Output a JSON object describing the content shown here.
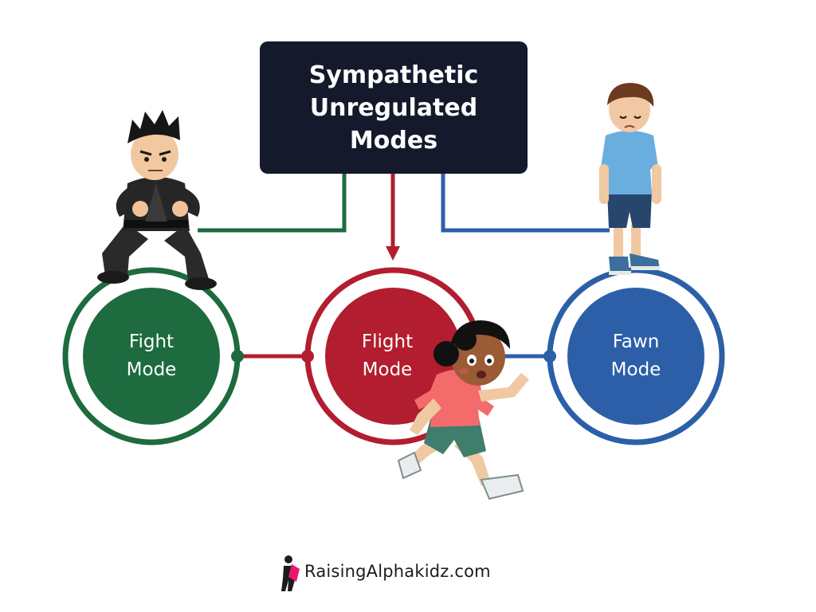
{
  "title": {
    "line1": "Sympathetic",
    "line2": "Unregulated",
    "line3": "Modes"
  },
  "modes": [
    {
      "line1": "Fight",
      "line2": "Mode",
      "color": "#1d6b3f"
    },
    {
      "line1": "Flight",
      "line2": "Mode",
      "color": "#b21e2f"
    },
    {
      "line1": "Fawn",
      "line2": "Mode",
      "color": "#2c5fa8"
    }
  ],
  "brand": {
    "text": "RaisingAlphakidz.com",
    "accent": "#e8176e"
  },
  "icons": [
    "karate-boy-illustration",
    "running-girl-illustration",
    "sad-boy-illustration",
    "brand-logo-icon"
  ]
}
